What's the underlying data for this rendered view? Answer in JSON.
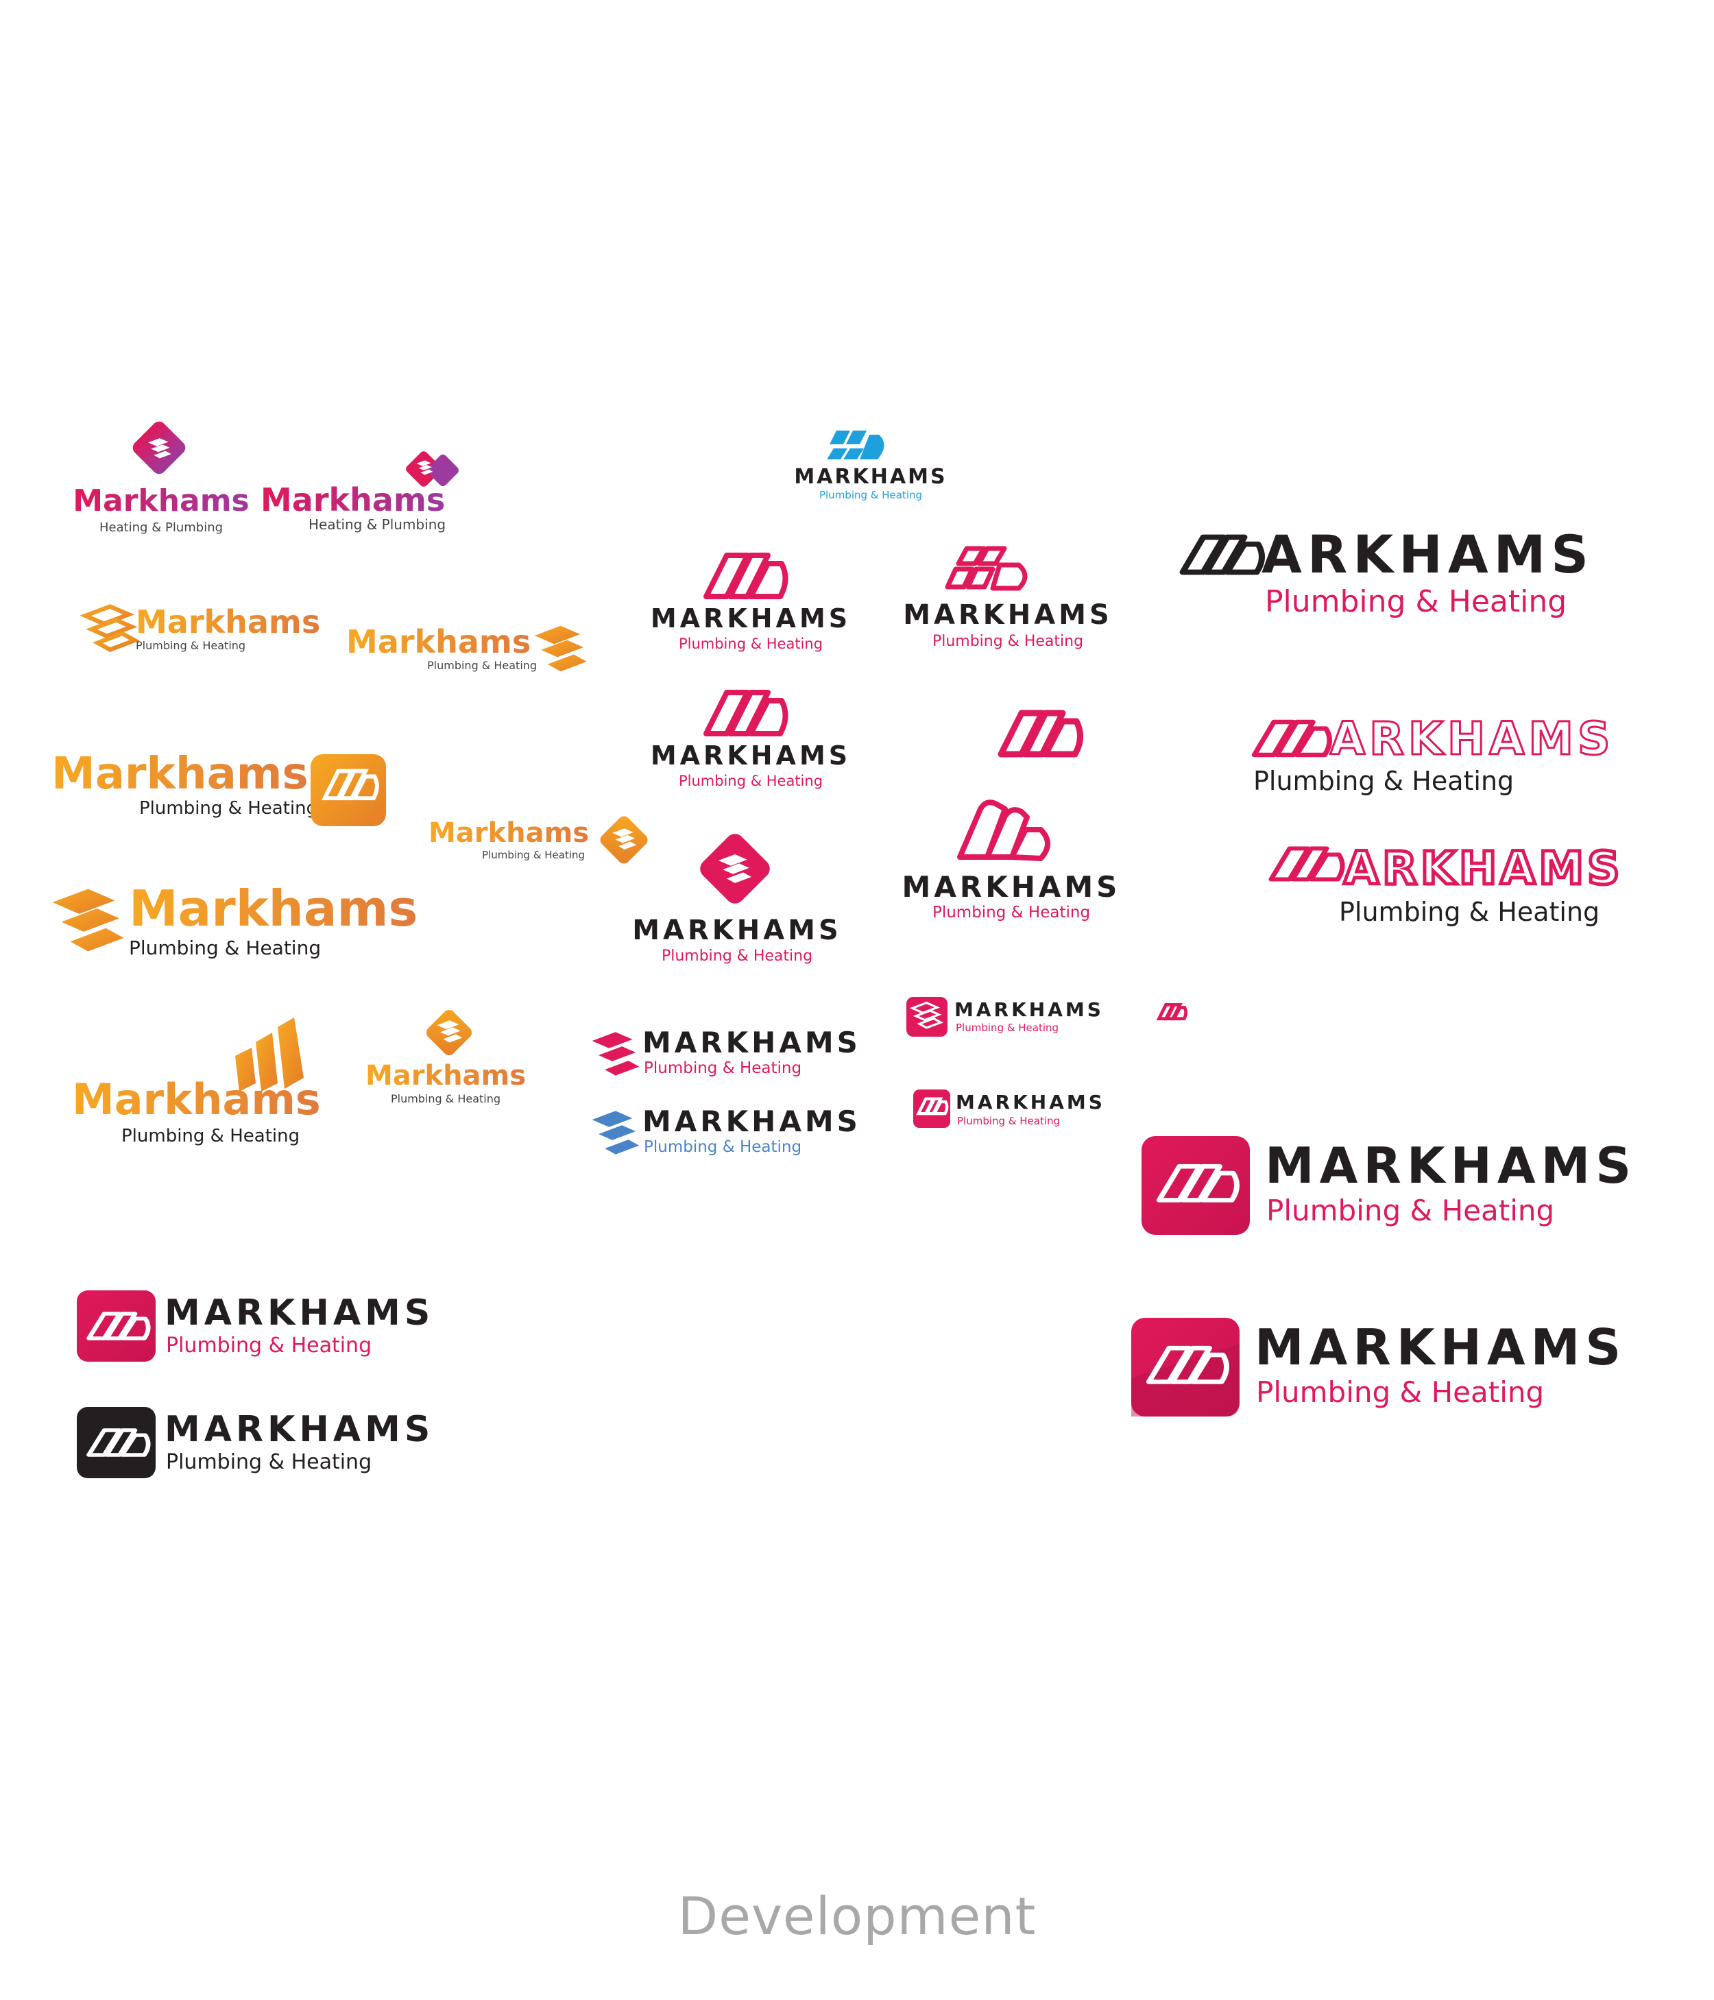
{
  "page": {
    "caption": "Development"
  },
  "colors": {
    "pink": "#e0195a",
    "magenta": "#c92d6a",
    "purple": "#9c3a9e",
    "orange": "#f0931e",
    "orange_light": "#f7a823",
    "orange_dark": "#e57e28",
    "blue": "#1da0dc",
    "steel_blue": "#4a84c8",
    "black": "#231f20",
    "caption_gray": "#a8a8a8"
  },
  "logos": [
    {
      "id": "L01",
      "icon": "diamond-badge-icon",
      "name": "Markhams",
      "tagline": "Heating & Plumbing"
    },
    {
      "id": "L02",
      "icon": "double-diamond-icon",
      "name": "Markhams",
      "tagline": "Heating & Plumbing"
    },
    {
      "id": "L03",
      "icon": "striped-m-icon",
      "name": "MARKHAMS",
      "tagline": "Plumbing & Heating"
    },
    {
      "id": "L04",
      "icon": "stacked-blocks-icon",
      "name": "Markhams",
      "tagline": "Plumbing & Heating"
    },
    {
      "id": "L05",
      "icon": "stacked-blocks-icon",
      "name": "Markhams",
      "tagline": "Plumbing & Heating"
    },
    {
      "id": "L06",
      "icon": "outline-m-icon",
      "name": "MARKHAMS",
      "tagline": "Plumbing & Heating"
    },
    {
      "id": "L07",
      "icon": "striped-m-icon",
      "name": "MARKHAMS",
      "tagline": "Plumbing & Heating"
    },
    {
      "id": "L08",
      "icon": "outline-m-wordmark-icon",
      "name": "ARKHAMS",
      "tagline": "Plumbing & Heating"
    },
    {
      "id": "L09",
      "icon": "rounded-square-m-icon",
      "name": "Markhams",
      "tagline": "Plumbing & Heating"
    },
    {
      "id": "L10",
      "icon": "outline-m-icon",
      "name": "MARKHAMS",
      "tagline": "Plumbing & Heating"
    },
    {
      "id": "L11",
      "icon": "outline-m-icon"
    },
    {
      "id": "L12",
      "icon": "outline-m-wordmark-icon",
      "name": "ARKHAMS",
      "tagline": "Plumbing & Heating"
    },
    {
      "id": "L13",
      "icon": "diamond-badge-icon",
      "name": "Markhams",
      "tagline": "Plumbing & Heating"
    },
    {
      "id": "L14",
      "icon": "outline-m-icon",
      "name": "MARKHAMS",
      "tagline": "Plumbing & Heating"
    },
    {
      "id": "L15",
      "icon": "outline-m-wordmark-icon",
      "name": "ARKHAMS",
      "tagline": "Plumbing & Heating"
    },
    {
      "id": "L16",
      "icon": "stacked-blocks-icon",
      "name": "Markhams",
      "tagline": "Plumbing & Heating"
    },
    {
      "id": "L17",
      "icon": "diamond-badge-icon",
      "name": "MARKHAMS",
      "tagline": "Plumbing & Heating"
    },
    {
      "id": "L18",
      "icon": "rounded-square-blocks-icon",
      "name": "MARKHAMS",
      "tagline": "Plumbing & Heating"
    },
    {
      "id": "L19",
      "icon": "small-m-icon"
    },
    {
      "id": "L20",
      "icon": "rising-bars-icon",
      "name": "Markhams",
      "tagline": "Plumbing & Heating"
    },
    {
      "id": "L21",
      "icon": "diamond-badge-icon",
      "name": "Markhams",
      "tagline": "Plumbing & Heating"
    },
    {
      "id": "L22",
      "icon": "stacked-blocks-icon",
      "name": "MARKHAMS",
      "tagline": "Plumbing & Heating"
    },
    {
      "id": "L23",
      "icon": "rounded-square-m-icon",
      "name": "MARKHAMS",
      "tagline": "Plumbing & Heating"
    },
    {
      "id": "L24",
      "icon": "stacked-blocks-icon",
      "name": "MARKHAMS",
      "tagline": "Plumbing & Heating"
    },
    {
      "id": "L25",
      "icon": "rounded-square-m-icon",
      "name": "MARKHAMS",
      "tagline": "Plumbing & Heating"
    },
    {
      "id": "L26",
      "icon": "rounded-square-m-icon",
      "name": "MARKHAMS",
      "tagline": "Plumbing & Heating"
    },
    {
      "id": "L27",
      "icon": "rounded-square-m-icon",
      "name": "MARKHAMS",
      "tagline": "Plumbing & Heating"
    },
    {
      "id": "L28",
      "icon": "rounded-square-m-icon",
      "name": "MARKHAMS",
      "tagline": "Plumbing & Heating"
    }
  ]
}
